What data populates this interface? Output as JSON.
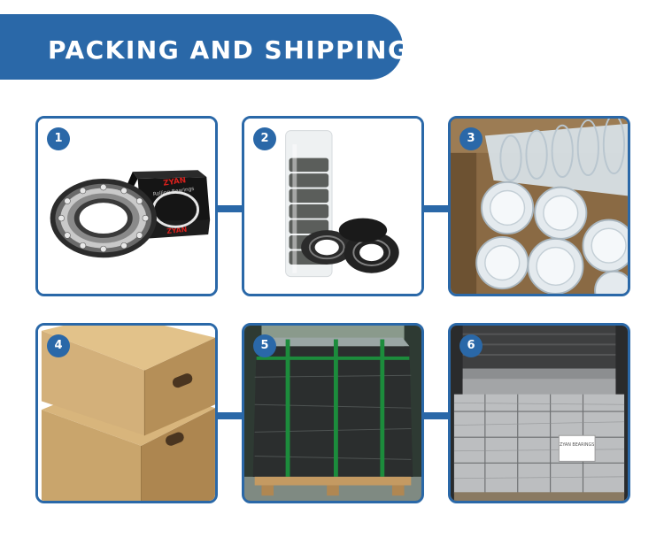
{
  "banner": {
    "title": "PACKING AND SHIPPING"
  },
  "steps": [
    {
      "number": "1",
      "image": "bearing-with-box",
      "box_brand": "ZYAN",
      "box_subtitle": "Rolling Bearings"
    },
    {
      "number": "2",
      "image": "bearings-in-plastic-tube"
    },
    {
      "number": "3",
      "image": "plastic-tubes-in-carton"
    },
    {
      "number": "4",
      "image": "cardboard-boxes"
    },
    {
      "number": "5",
      "image": "wrapped-pallet"
    },
    {
      "number": "6",
      "image": "pallets-in-container",
      "label_text": "ZYAN BEARINGS"
    }
  ],
  "colors": {
    "accent": "#2a68a8",
    "background": "#ffffff"
  }
}
